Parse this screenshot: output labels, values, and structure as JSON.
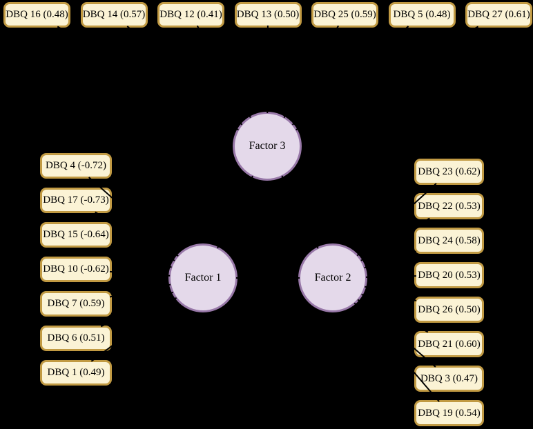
{
  "diagram": {
    "background": "#000000",
    "box_fill": "#FBF3D5",
    "box_border": "#C19A43",
    "factor_fill": "#E4D9EA",
    "factor_border": "#9878A8",
    "connector_color": "#000000"
  },
  "factors": [
    {
      "id": "factor-1",
      "label": "Factor 1"
    },
    {
      "id": "factor-2",
      "label": "Factor 2"
    },
    {
      "id": "factor-3",
      "label": "Factor 3"
    }
  ],
  "top_row": {
    "connects_to": "factor-3",
    "items": [
      {
        "label": "DBQ 16 (0.48)"
      },
      {
        "label": "DBQ 14 (0.57)"
      },
      {
        "label": "DBQ 12 (0.41)"
      },
      {
        "label": "DBQ 13 (0.50)"
      },
      {
        "label": "DBQ 25 (0.59)"
      },
      {
        "label": "DBQ 5 (0.48)"
      },
      {
        "label": "DBQ 27 (0.61)"
      }
    ]
  },
  "left_column": {
    "connects_to": "factor-1",
    "items": [
      {
        "label": "DBQ 4 (-0.72)"
      },
      {
        "label": "DBQ 17 (-0.73)"
      },
      {
        "label": "DBQ 15 (-0.64)"
      },
      {
        "label": "DBQ 10 (-0.62)"
      },
      {
        "label": "DBQ 7 (0.59)"
      },
      {
        "label": "DBQ 6 (0.51)"
      },
      {
        "label": "DBQ 1 (0.49)"
      }
    ]
  },
  "right_column": {
    "connects_to": "factor-2",
    "items": [
      {
        "label": "DBQ 23 (0.62)"
      },
      {
        "label": "DBQ 22 (0.53)"
      },
      {
        "label": "DBQ 24 (0.58)"
      },
      {
        "label": "DBQ 20 (0.53)"
      },
      {
        "label": "DBQ 26 (0.50)"
      },
      {
        "label": "DBQ 21 (0.60)"
      },
      {
        "label": "DBQ 3 (0.47)"
      },
      {
        "label": "DBQ 19 (0.54)"
      }
    ]
  },
  "factor_connections": [
    [
      "factor-1",
      "factor-2"
    ],
    [
      "factor-1",
      "factor-3"
    ],
    [
      "factor-2",
      "factor-3"
    ]
  ]
}
